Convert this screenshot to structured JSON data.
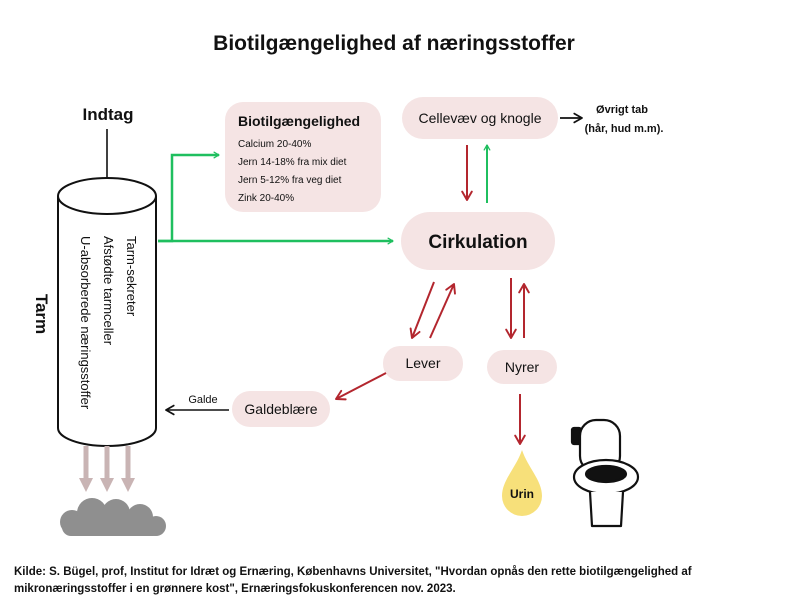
{
  "title": "Biotilgængelighed af næringsstoffer",
  "intake_label": "Indtag",
  "gut": {
    "label": "Tarm",
    "lines": [
      "Tarm-sekreter",
      "Afstødte tarmceller",
      "U-absorberede næringsstoffer"
    ]
  },
  "bioavailability": {
    "heading": "Biotilgængelighed",
    "items": [
      "Calcium 20-40%",
      "Jern 14-18% fra mix diet",
      "Jern 5-12% fra veg diet",
      "Zink 20-40%"
    ]
  },
  "tissue_label": "Cellevæv og knogle",
  "other_loss": [
    "Øvrigt tab",
    "(hår, hud m.m)."
  ],
  "circulation_label": "Cirkulation",
  "liver_label": "Lever",
  "kidneys_label": "Nyrer",
  "gallbladder_label": "Galdeblære",
  "bile_label": "Galde",
  "urine_label": "Urin",
  "source": [
    "Kilde: S. Bügel, prof, Institut for Idræt og Ernæring, Københavns Universitet, \"Hvordan opnås den rette biotilgængelighed af",
    "mikronæringsstoffer i en grønnere kost\", Ernæringsfokuskonferencen nov. 2023."
  ],
  "colors": {
    "node_fill": "#f5e4e4",
    "green_arrow": "#1fbf5f",
    "red_arrow": "#b3262e",
    "black_arrow": "#111111",
    "urine_drop": "#f7e07a",
    "feces_arrow": "#c9b4b4",
    "cloud": "#8f8f8f"
  }
}
